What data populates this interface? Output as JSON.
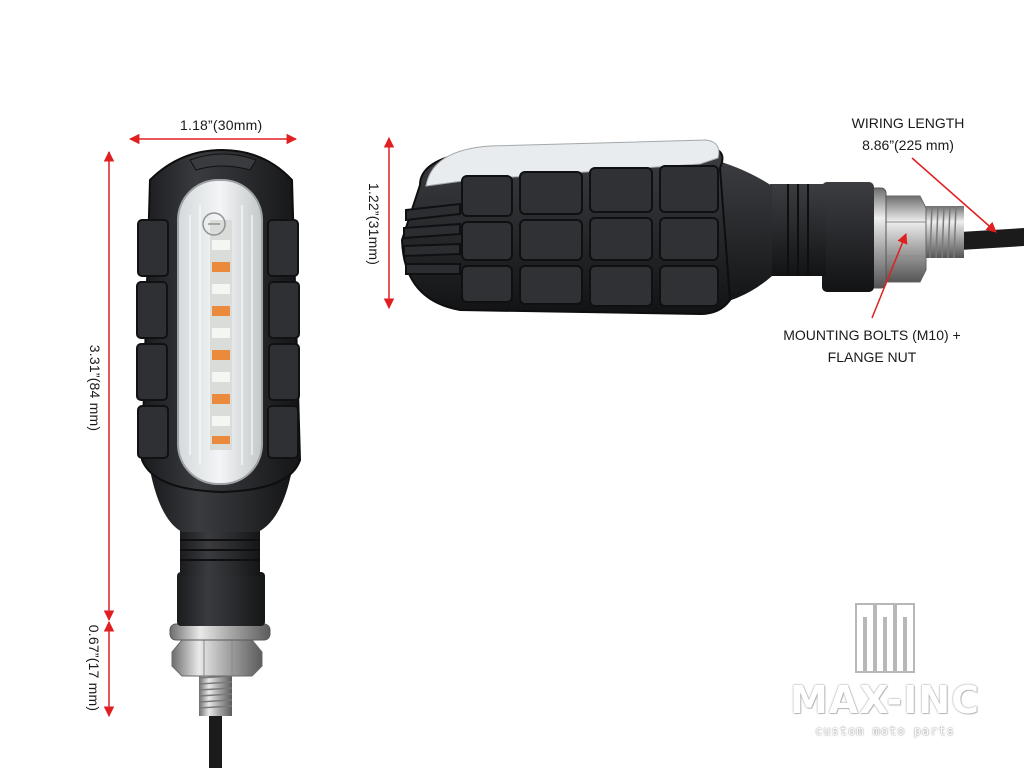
{
  "dimensions": {
    "front_width": "1.18”(30mm)",
    "front_height": "3.31”(84 mm)",
    "stem_length": "0.67”(17 mm)",
    "side_height": "1.22”(31mm)"
  },
  "callouts": {
    "wiring_line1": "WIRING LENGTH",
    "wiring_line2": "8.86”(225 mm)",
    "mount_line1": "MOUNTING BOLTS (M10) +",
    "mount_line2": "FLANGE NUT"
  },
  "brand": {
    "name": "MAX-INC",
    "tagline": "custom moto parts"
  },
  "colors": {
    "dimension_arrow": "#e02020",
    "housing": "#2b2c2f",
    "lens": "#e8ecee",
    "led_amber": "#e98a3c",
    "led_white": "#f4f6f2",
    "thread": "#c9c9c9"
  }
}
